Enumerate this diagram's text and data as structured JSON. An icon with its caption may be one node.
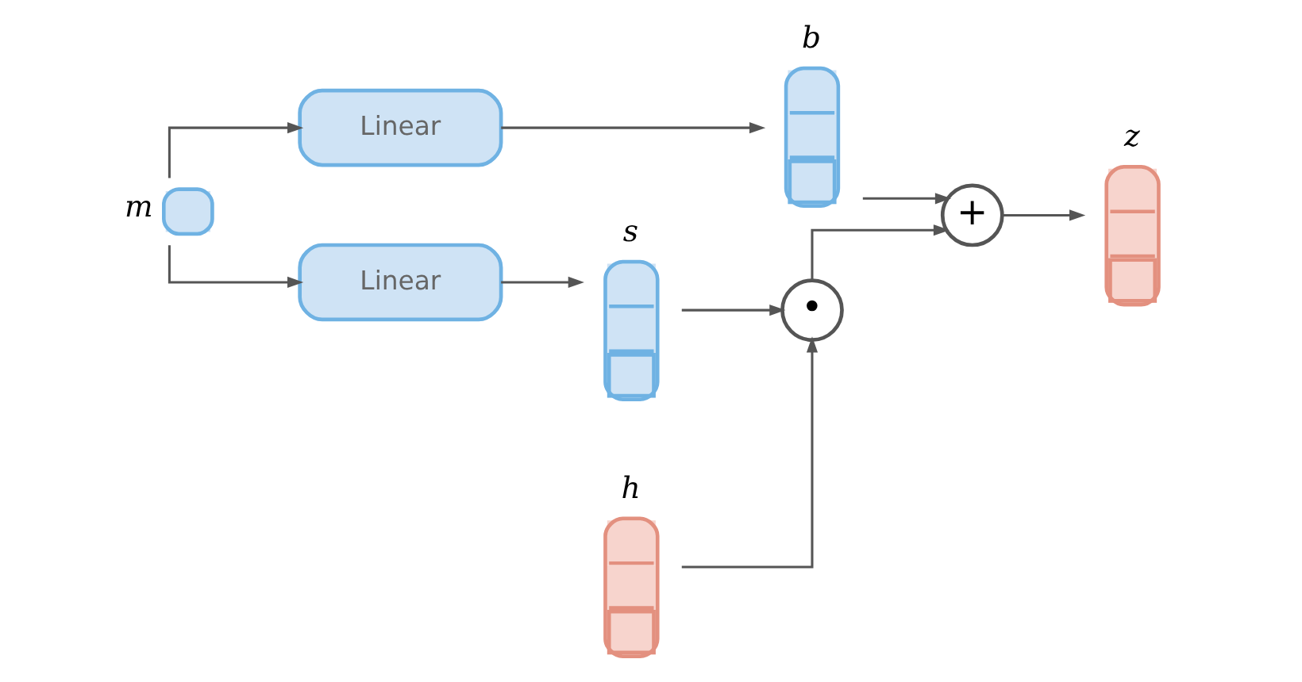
{
  "diagram": {
    "nodes": [
      {
        "text": [
          "m"
        ]
      },
      {
        "text": [
          "Linear"
        ]
      },
      {
        "text": [
          "Linear"
        ]
      },
      {
        "text": [
          "b"
        ]
      },
      {
        "text": [
          "s"
        ]
      },
      {
        "text": [
          "h"
        ]
      },
      {
        "text": [
          "•"
        ]
      },
      {
        "text": [
          "+"
        ]
      },
      {
        "text": [
          "z"
        ]
      }
    ],
    "edges": [
      {
        "from": 0,
        "to": 1,
        "arrow": "to"
      },
      {
        "from": 0,
        "to": 2,
        "arrow": "to"
      },
      {
        "from": 1,
        "to": 3,
        "arrow": "to"
      },
      {
        "from": 2,
        "to": 4,
        "arrow": "to"
      },
      {
        "from": 4,
        "to": 6,
        "arrow": "to"
      },
      {
        "from": 5,
        "to": 6,
        "arrow": "to"
      },
      {
        "from": 3,
        "to": 7,
        "arrow": "to"
      },
      {
        "from": 6,
        "to": 7,
        "arrow": "to"
      },
      {
        "from": 7,
        "to": 8,
        "arrow": "to"
      }
    ]
  }
}
